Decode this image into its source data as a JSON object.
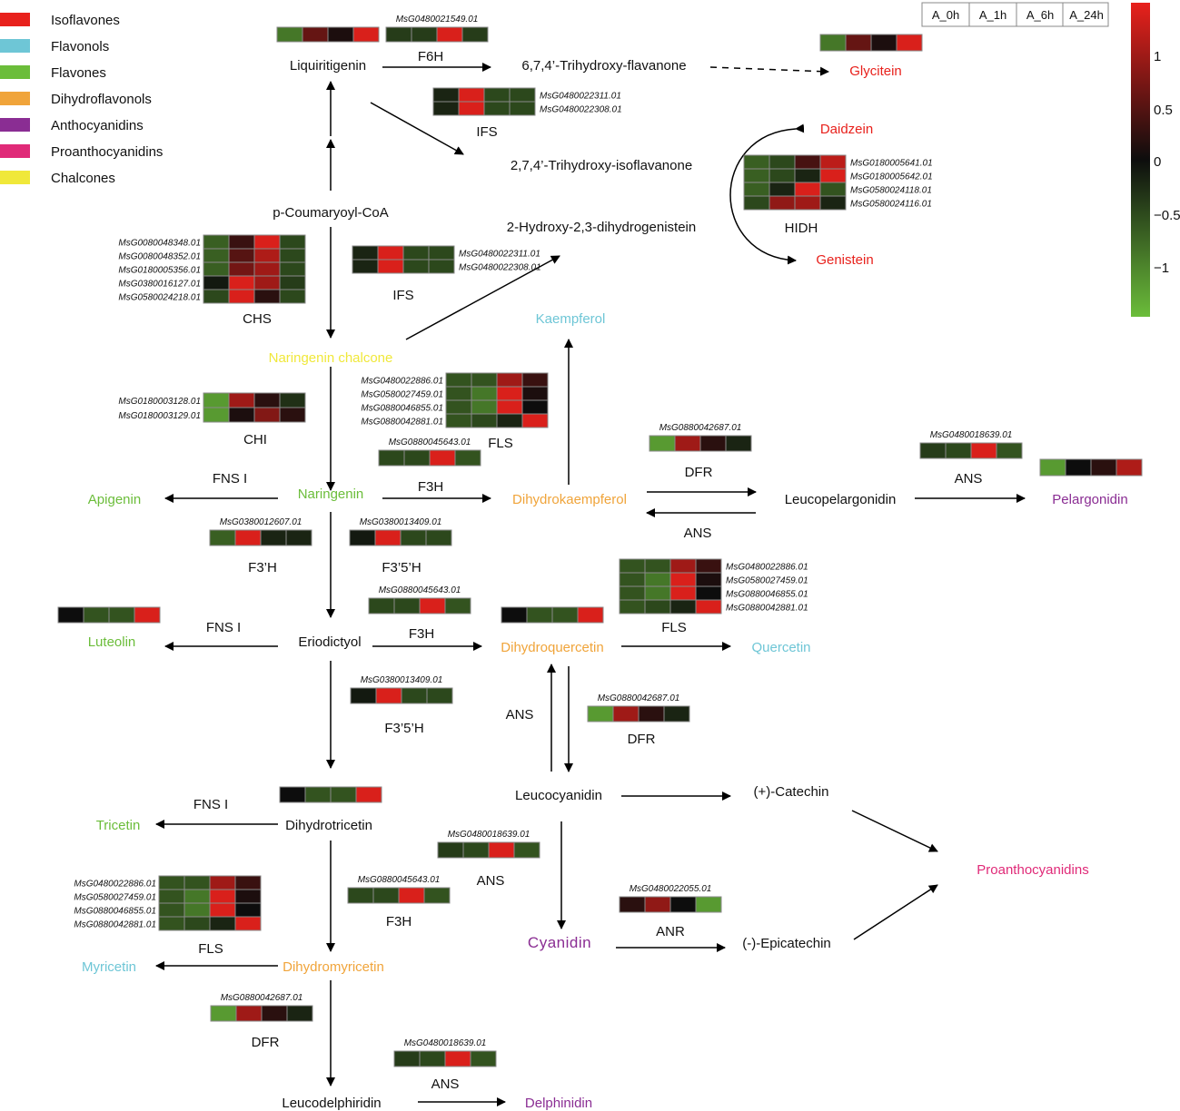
{
  "legend": [
    {
      "label": "Isoflavones",
      "color": "#e8211c"
    },
    {
      "label": "Flavonols",
      "color": "#6ec6d6"
    },
    {
      "label": "Flavones",
      "color": "#6bbd3a"
    },
    {
      "label": "Dihydroflavonols",
      "color": "#f0a43a"
    },
    {
      "label": "Anthocyanidins",
      "color": "#8a2d93"
    },
    {
      "label": "Proanthocyanidins",
      "color": "#e02a78"
    },
    {
      "label": "Chalcones",
      "color": "#f0e83a"
    }
  ],
  "heatmap_header": [
    "A_0h",
    "A_1h",
    "A_6h",
    "A_24h"
  ],
  "colorscale": {
    "ticks": [
      "1",
      "0.5",
      "0",
      "−0.5",
      "−1"
    ],
    "tick_values": [
      1,
      0.5,
      0,
      -0.5,
      -1
    ],
    "range": [
      -1.5,
      1.5
    ],
    "colors": {
      "low": "#6bbd3a",
      "mid": "#0d0d0d",
      "high": "#e8211c"
    }
  },
  "compounds": [
    {
      "id": "liquiritigenin",
      "text": "Liquiritigenin",
      "class": "none"
    },
    {
      "id": "trihydroxy-flavanone",
      "text": "6,7,4’-Trihydroxy-flavanone",
      "class": "none"
    },
    {
      "id": "glycitein",
      "text": "Glycitein",
      "class": "Isoflavones"
    },
    {
      "id": "trihydroxy-isoflavanone",
      "text": "2,7,4’-Trihydroxy-isoflavanone",
      "class": "none"
    },
    {
      "id": "daidzein",
      "text": "Daidzein",
      "class": "Isoflavones"
    },
    {
      "id": "dihydrogenistein",
      "text": "2-Hydroxy-2,3-dihydrogenistein",
      "class": "none"
    },
    {
      "id": "genistein",
      "text": "Genistein",
      "class": "Isoflavones"
    },
    {
      "id": "coumaroyl-coa",
      "text": "p-Coumaryoyl-CoA",
      "class": "none"
    },
    {
      "id": "naringenin-chalcone",
      "text": "Naringenin chalcone",
      "class": "Chalcones"
    },
    {
      "id": "kaempferol",
      "text": "Kaempferol",
      "class": "Flavonols"
    },
    {
      "id": "naringenin",
      "text": "Naringenin",
      "class": "Flavones"
    },
    {
      "id": "apigenin",
      "text": "Apigenin",
      "class": "Flavones"
    },
    {
      "id": "dihydrokaempferol",
      "text": "Dihydrokaempferol",
      "class": "Dihydroflavonols"
    },
    {
      "id": "leucopelargonidin",
      "text": "Leucopelargonidin",
      "class": "none"
    },
    {
      "id": "pelargonidin",
      "text": "Pelargonidin",
      "class": "Anthocyanidins"
    },
    {
      "id": "luteolin",
      "text": "Luteolin",
      "class": "Flavones"
    },
    {
      "id": "eriodictyol",
      "text": "Eriodictyol",
      "class": "none"
    },
    {
      "id": "dihydroquercetin",
      "text": "Dihydroquercetin",
      "class": "Dihydroflavonols"
    },
    {
      "id": "quercetin",
      "text": "Quercetin",
      "class": "Flavonols"
    },
    {
      "id": "leucocyanidin",
      "text": "Leucocyanidin",
      "class": "none"
    },
    {
      "id": "catechin",
      "text": "(+)-Catechin",
      "class": "none"
    },
    {
      "id": "tricetin",
      "text": "Tricetin",
      "class": "Flavones"
    },
    {
      "id": "dihydrotricetin",
      "text": "Dihydrotricetin",
      "class": "none"
    },
    {
      "id": "proanthocyanidins",
      "text": "Proanthocyanidins",
      "class": "Proanthocyanidins"
    },
    {
      "id": "cyanidin",
      "text": "Cyanidin",
      "class": "Anthocyanidins"
    },
    {
      "id": "epicatechin",
      "text": "(-)-Epicatechin",
      "class": "none"
    },
    {
      "id": "myricetin",
      "text": "Myricetin",
      "class": "Flavonols"
    },
    {
      "id": "dihydromyricetin",
      "text": "Dihydromyricetin",
      "class": "Dihydroflavonols"
    },
    {
      "id": "leucodelphiridin",
      "text": "Leucodelphiridin",
      "class": "none"
    },
    {
      "id": "delphinidin",
      "text": "Delphinidin",
      "class": "Anthocyanidins"
    }
  ],
  "enzymes": [
    {
      "id": "f6h",
      "text": "F6H"
    },
    {
      "id": "ifs-top",
      "text": "IFS"
    },
    {
      "id": "hidh",
      "text": "HIDH"
    },
    {
      "id": "chs",
      "text": "CHS"
    },
    {
      "id": "ifs-mid",
      "text": "IFS"
    },
    {
      "id": "chi",
      "text": "CHI"
    },
    {
      "id": "fls-1",
      "text": "FLS"
    },
    {
      "id": "dfr-1",
      "text": "DFR"
    },
    {
      "id": "ans-1",
      "text": "ANS"
    },
    {
      "id": "fns-1",
      "text": "FNS I"
    },
    {
      "id": "f3h-1",
      "text": "F3H"
    },
    {
      "id": "ans-2",
      "text": "ANS"
    },
    {
      "id": "f3ph",
      "text": "F3’H"
    },
    {
      "id": "f35h-1",
      "text": "F3’5’H"
    },
    {
      "id": "fls-2",
      "text": "FLS"
    },
    {
      "id": "fns-2",
      "text": "FNS I"
    },
    {
      "id": "f3h-2",
      "text": "F3H"
    },
    {
      "id": "f35h-2",
      "text": "F3’5’H"
    },
    {
      "id": "ans-3",
      "text": "ANS"
    },
    {
      "id": "dfr-2",
      "text": "DFR"
    },
    {
      "id": "fns-3",
      "text": "FNS I"
    },
    {
      "id": "ans-4",
      "text": "ANS"
    },
    {
      "id": "fls-3",
      "text": "FLS"
    },
    {
      "id": "f3h-3",
      "text": "F3H"
    },
    {
      "id": "anr",
      "text": "ANR"
    },
    {
      "id": "dfr-3",
      "text": "DFR"
    },
    {
      "id": "ans-5",
      "text": "ANS"
    }
  ],
  "heatmaps": [
    {
      "id": "glycitein",
      "genes": [],
      "gene_side": "top",
      "rows": [
        [
          -0.9,
          0.6,
          0.1,
          1.4
        ]
      ]
    },
    {
      "id": "liquiritigenin",
      "genes": [],
      "gene_side": "top",
      "rows": [
        [
          -0.9,
          0.6,
          0.1,
          1.4
        ]
      ]
    },
    {
      "id": "f6h",
      "genes": [
        "MsG0480021549.01"
      ],
      "gene_side": "top",
      "rows": [
        [
          -0.4,
          -0.4,
          1.4,
          -0.4
        ]
      ]
    },
    {
      "id": "ifs-top",
      "genes": [
        "MsG0480022311.01",
        "MsG0480022308.01"
      ],
      "gene_side": "right",
      "rows": [
        [
          -0.2,
          1.4,
          -0.5,
          -0.5
        ],
        [
          -0.2,
          1.4,
          -0.5,
          -0.5
        ]
      ]
    },
    {
      "id": "hidh",
      "genes": [
        "MsG0180005641.01",
        "MsG0180005642.01",
        "MsG0580024118.01",
        "MsG0580024116.01"
      ],
      "gene_side": "right",
      "rows": [
        [
          -0.7,
          -0.5,
          0.4,
          1.2
        ],
        [
          -0.7,
          -0.5,
          -0.2,
          1.4
        ],
        [
          -0.7,
          -0.2,
          1.4,
          -0.6
        ],
        [
          -0.5,
          0.9,
          1.0,
          -0.2
        ]
      ]
    },
    {
      "id": "chs",
      "genes": [
        "MsG0080048348.01",
        "MsG0080048352.01",
        "MsG0180005356.01",
        "MsG0380016127.01",
        "MsG0580024218.01"
      ],
      "gene_side": "left",
      "rows": [
        [
          -0.7,
          0.3,
          1.4,
          -0.5
        ],
        [
          -0.7,
          0.5,
          1.1,
          -0.5
        ],
        [
          -0.7,
          0.7,
          1.0,
          -0.5
        ],
        [
          -0.1,
          1.4,
          1.0,
          -0.4
        ],
        [
          -0.5,
          1.4,
          0.2,
          -0.5
        ]
      ]
    },
    {
      "id": "ifs-mid",
      "genes": [
        "MsG0480022311.01",
        "MsG0480022308.01"
      ],
      "gene_side": "right",
      "rows": [
        [
          -0.2,
          1.4,
          -0.5,
          -0.5
        ],
        [
          -0.2,
          1.4,
          -0.5,
          -0.5
        ]
      ]
    },
    {
      "id": "chi",
      "genes": [
        "MsG0180003128.01",
        "MsG0180003129.01"
      ],
      "gene_side": "left",
      "rows": [
        [
          -1.2,
          1.0,
          0.2,
          -0.3
        ],
        [
          -1.2,
          0.1,
          0.8,
          0.2
        ]
      ]
    },
    {
      "id": "fls-1",
      "genes": [
        "MsG0480022886.01",
        "MsG0580027459.01",
        "MsG0880046855.01",
        "MsG0880042881.01"
      ],
      "gene_side": "left",
      "rows": [
        [
          -0.6,
          -0.6,
          1.0,
          0.3
        ],
        [
          -0.6,
          -0.9,
          1.4,
          0.1
        ],
        [
          -0.6,
          -0.9,
          1.4,
          0.0
        ],
        [
          -0.6,
          -0.5,
          -0.2,
          1.4
        ]
      ]
    },
    {
      "id": "f3h-1",
      "genes": [
        "MsG0880045643.01"
      ],
      "gene_side": "top",
      "rows": [
        [
          -0.5,
          -0.5,
          1.4,
          -0.6
        ]
      ]
    },
    {
      "id": "dfr-1",
      "genes": [
        "MsG0880042687.01"
      ],
      "gene_side": "top",
      "rows": [
        [
          -1.2,
          1.0,
          0.2,
          -0.2
        ]
      ]
    },
    {
      "id": "ans-1",
      "genes": [
        "MsG0480018639.01"
      ],
      "gene_side": "top",
      "rows": [
        [
          -0.4,
          -0.5,
          1.4,
          -0.6
        ]
      ]
    },
    {
      "id": "pelargonidin",
      "genes": [],
      "gene_side": "top",
      "rows": [
        [
          -1.2,
          0.0,
          0.2,
          1.1
        ]
      ]
    },
    {
      "id": "f3ph",
      "genes": [
        "MsG0380012607.01"
      ],
      "gene_side": "top",
      "rows": [
        [
          -0.7,
          1.4,
          -0.2,
          -0.2
        ]
      ]
    },
    {
      "id": "f35h-1",
      "genes": [
        "MsG0380013409.01"
      ],
      "gene_side": "top",
      "rows": [
        [
          -0.1,
          1.4,
          -0.5,
          -0.5
        ]
      ]
    },
    {
      "id": "fls-2",
      "genes": [
        "MsG0480022886.01",
        "MsG0580027459.01",
        "MsG0880046855.01",
        "MsG0880042881.01"
      ],
      "gene_side": "right",
      "rows": [
        [
          -0.6,
          -0.6,
          1.0,
          0.3
        ],
        [
          -0.6,
          -0.9,
          1.4,
          0.1
        ],
        [
          -0.6,
          -0.9,
          1.4,
          0.0
        ],
        [
          -0.6,
          -0.5,
          -0.2,
          1.4
        ]
      ]
    },
    {
      "id": "f3h-2",
      "genes": [
        "MsG0880045643.01"
      ],
      "gene_side": "top",
      "rows": [
        [
          -0.5,
          -0.5,
          1.4,
          -0.6
        ]
      ]
    },
    {
      "id": "luteolin",
      "genes": [],
      "gene_side": "top",
      "rows": [
        [
          0.0,
          -0.6,
          -0.6,
          1.4
        ]
      ]
    },
    {
      "id": "dihydroquercetin",
      "genes": [],
      "gene_side": "top",
      "rows": [
        [
          0.0,
          -0.6,
          -0.6,
          1.4
        ]
      ]
    },
    {
      "id": "f35h-2",
      "genes": [
        "MsG0380013409.01"
      ],
      "gene_side": "top",
      "rows": [
        [
          -0.1,
          1.4,
          -0.5,
          -0.5
        ]
      ]
    },
    {
      "id": "dfr-2",
      "genes": [
        "MsG0880042687.01"
      ],
      "gene_side": "top",
      "rows": [
        [
          -1.2,
          1.0,
          0.2,
          -0.2
        ]
      ]
    },
    {
      "id": "dihydrotricetin",
      "genes": [],
      "gene_side": "top",
      "rows": [
        [
          0.0,
          -0.6,
          -0.6,
          1.4
        ]
      ]
    },
    {
      "id": "ans-4",
      "genes": [
        "MsG0480018639.01"
      ],
      "gene_side": "top",
      "rows": [
        [
          -0.4,
          -0.5,
          1.4,
          -0.6
        ]
      ]
    },
    {
      "id": "fls-3",
      "genes": [
        "MsG0480022886.01",
        "MsG0580027459.01",
        "MsG0880046855.01",
        "MsG0880042881.01"
      ],
      "gene_side": "left",
      "rows": [
        [
          -0.6,
          -0.6,
          1.0,
          0.3
        ],
        [
          -0.6,
          -0.9,
          1.4,
          0.1
        ],
        [
          -0.6,
          -0.9,
          1.4,
          0.0
        ],
        [
          -0.6,
          -0.5,
          -0.2,
          1.4
        ]
      ]
    },
    {
      "id": "f3h-3",
      "genes": [
        "MsG0880045643.01"
      ],
      "gene_side": "top",
      "rows": [
        [
          -0.5,
          -0.5,
          1.4,
          -0.6
        ]
      ]
    },
    {
      "id": "anr",
      "genes": [
        "MsG0480022055.01"
      ],
      "gene_side": "top",
      "rows": [
        [
          0.2,
          0.9,
          0.0,
          -1.2
        ]
      ]
    },
    {
      "id": "dfr-3",
      "genes": [
        "MsG0880042687.01"
      ],
      "gene_side": "top",
      "rows": [
        [
          -1.2,
          1.0,
          0.2,
          -0.2
        ]
      ]
    },
    {
      "id": "ans-5",
      "genes": [
        "MsG0480018639.01"
      ],
      "gene_side": "top",
      "rows": [
        [
          -0.4,
          -0.5,
          1.4,
          -0.6
        ]
      ]
    }
  ]
}
